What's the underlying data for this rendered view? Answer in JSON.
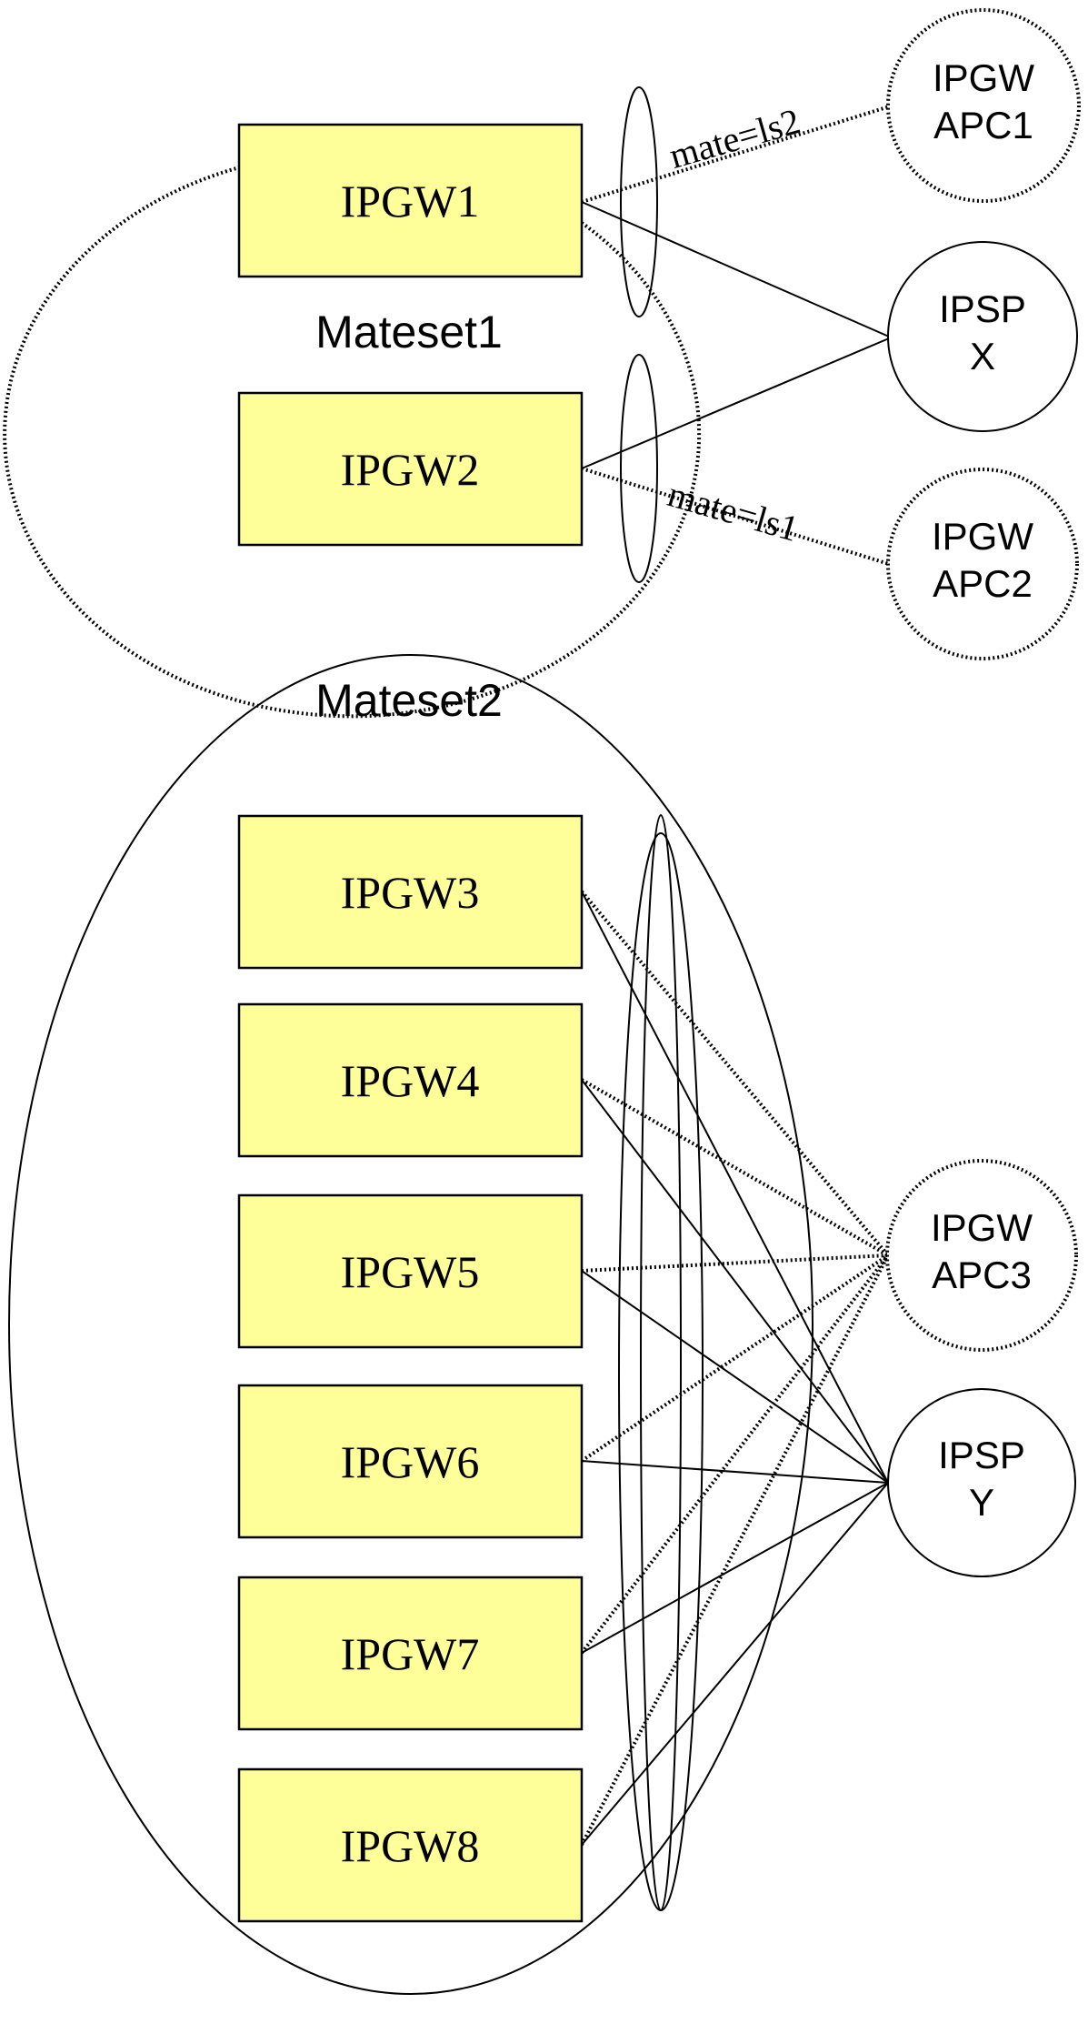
{
  "mateset1": {
    "label": "Mateset1",
    "gateways": [
      "IPGW1",
      "IPGW2"
    ]
  },
  "mateset2": {
    "label": "Mateset2",
    "gateways": [
      "IPGW3",
      "IPGW4",
      "IPGW5",
      "IPGW6",
      "IPGW7",
      "IPGW8"
    ]
  },
  "remote_nodes": [
    {
      "id": "apc1",
      "lines": [
        "IPGW",
        "APC1"
      ],
      "style": "dotted"
    },
    {
      "id": "x",
      "lines": [
        "IPSP",
        "X"
      ],
      "style": "solid"
    },
    {
      "id": "apc2",
      "lines": [
        "IPGW",
        "APC2"
      ],
      "style": "dotted"
    },
    {
      "id": "apc3",
      "lines": [
        "IPGW",
        "APC3"
      ],
      "style": "dotted"
    },
    {
      "id": "y",
      "lines": [
        "IPSP",
        "Y"
      ],
      "style": "solid"
    }
  ],
  "link_labels": {
    "gw1_to_apc1": "mate=ls2",
    "gw2_to_apc2": "mate=ls1"
  }
}
